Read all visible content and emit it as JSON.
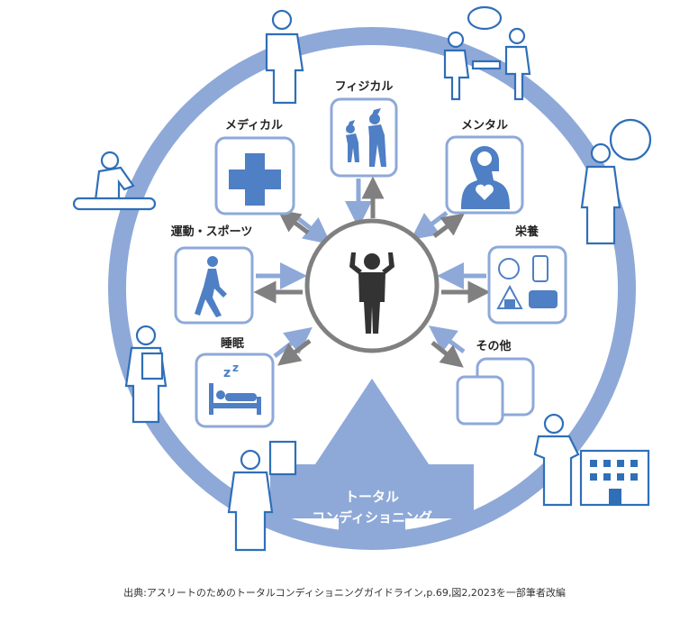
{
  "categories": {
    "physical": "フィジカル",
    "medical": "メディカル",
    "mental": "メンタル",
    "sports": "運動・スポーツ",
    "nutrition": "栄養",
    "sleep": "睡眠",
    "other": "その他"
  },
  "center_arrow": {
    "line1": "トータル",
    "line2": "コンディショニング"
  },
  "caption": "出典:アスリートのためのトータルコンディショニングガイドライン,p.69,図2,2023を一部筆者改編",
  "colors": {
    "ring": "#8ea9d8",
    "icon": "#4f7fc4",
    "arrow_gray": "#808080",
    "outline": "#2f6fb8"
  }
}
